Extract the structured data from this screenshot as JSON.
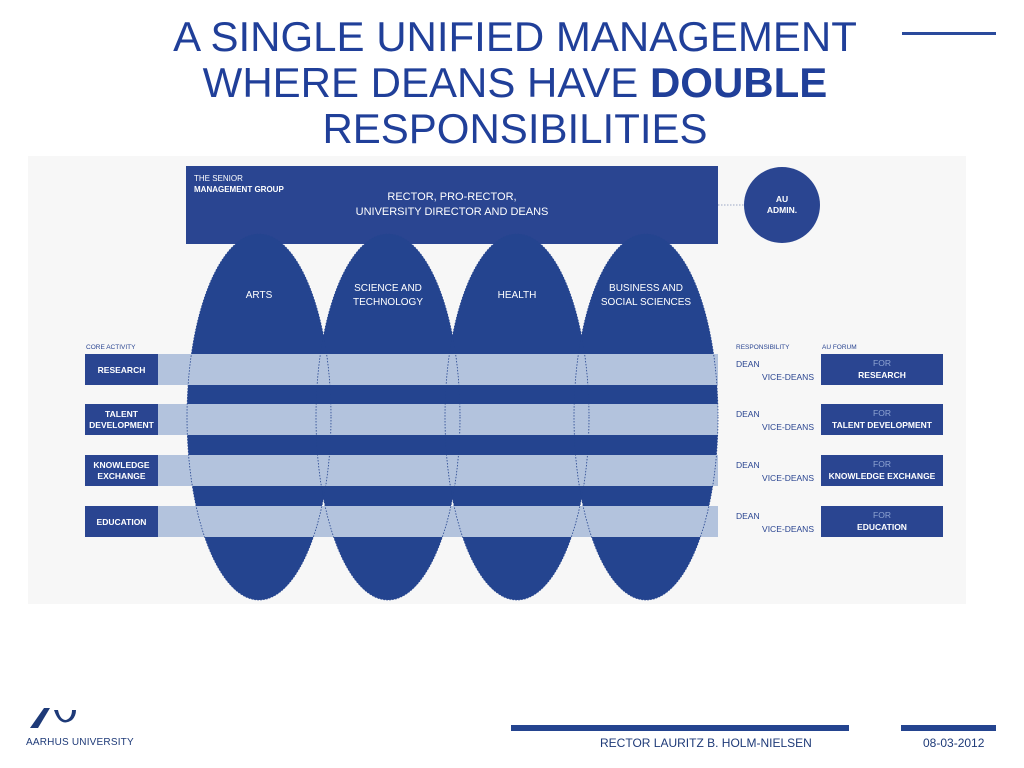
{
  "title": {
    "line1": "A SINGLE UNIFIED MANAGEMENT",
    "line2_normal": "WHERE DEANS HAVE ",
    "line2_bold": "DOUBLE",
    "line3": "RESPONSIBILITIES"
  },
  "diagram": {
    "senior_group": {
      "label_line1": "THE SENIOR",
      "label_line2": "MANAGEMENT GROUP",
      "text_line1": "RECTOR, PRO-RECTOR,",
      "text_line2": "UNIVERSITY DIRECTOR AND DEANS"
    },
    "admin": {
      "line1": "AU",
      "line2": "ADMIN."
    },
    "faculties": [
      {
        "line1": "ARTS",
        "line2": ""
      },
      {
        "line1": "SCIENCE AND",
        "line2": "TECHNOLOGY"
      },
      {
        "line1": "HEALTH",
        "line2": ""
      },
      {
        "line1": "BUSINESS AND",
        "line2": "SOCIAL SCIENCES"
      }
    ],
    "core_activity_label": "CORE ACTIVITY",
    "responsibility_label": "RESPONSIBILITY",
    "forum_label": "AU FORUM",
    "activities": [
      {
        "line1": "RESEARCH",
        "line2": "",
        "dean": "DEAN",
        "vice": "VICE-DEANS",
        "forum_for": "FOR",
        "forum_name": "RESEARCH"
      },
      {
        "line1": "TALENT",
        "line2": "DEVELOPMENT",
        "dean": "DEAN",
        "vice": "VICE-DEANS",
        "forum_for": "FOR",
        "forum_name": "TALENT DEVELOPMENT"
      },
      {
        "line1": "KNOWLEDGE",
        "line2": "EXCHANGE",
        "dean": "DEAN",
        "vice": "VICE-DEANS",
        "forum_for": "FOR",
        "forum_name": "KNOWLEDGE EXCHANGE"
      },
      {
        "line1": "EDUCATION",
        "line2": "",
        "dean": "DEAN",
        "vice": "VICE-DEANS",
        "forum_for": "FOR",
        "forum_name": "EDUCATION"
      }
    ]
  },
  "footer": {
    "university": "AARHUS UNIVERSITY",
    "presenter": "RECTOR LAURITZ B. HOLM-NIELSEN",
    "date": "08-03-2012"
  },
  "colors": {
    "title": "#203f99",
    "dark_blue": "#2a4591",
    "light_band": "#b3c3dd",
    "panel_bg": "#f7f7f7",
    "ellipse": "#24448f"
  }
}
